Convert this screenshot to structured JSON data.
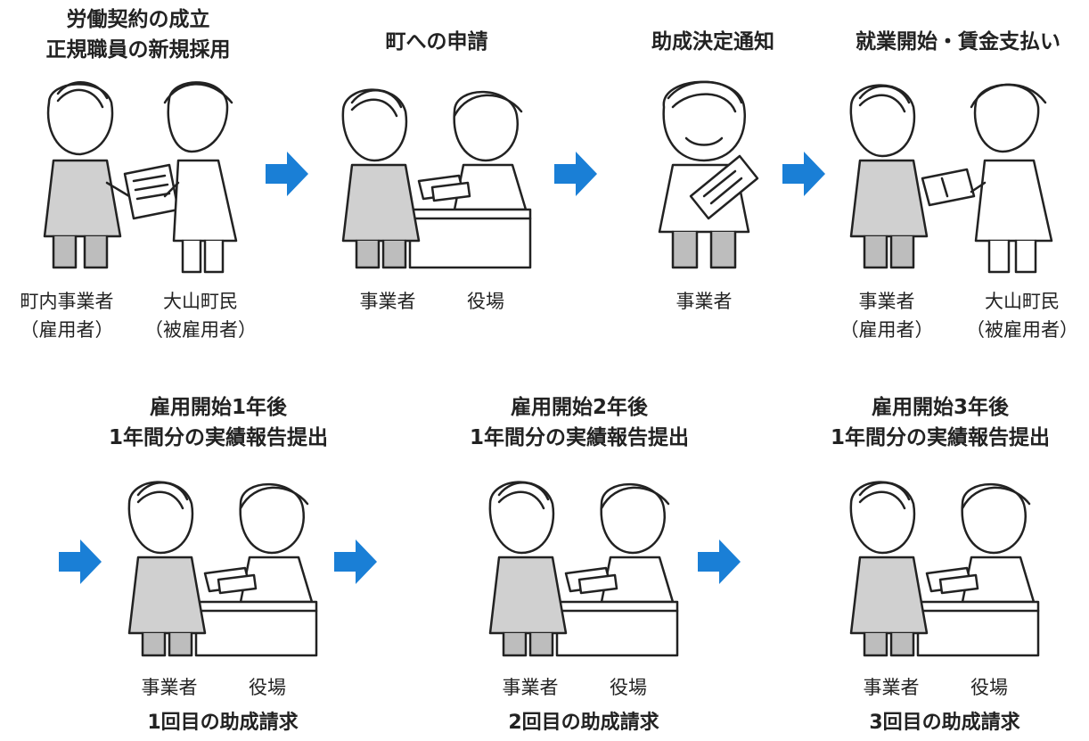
{
  "colors": {
    "arrow": "#1a7fd6",
    "ink": "#222222",
    "shade": "#cfcfcf"
  },
  "top_row": {
    "step1": {
      "title_line1": "労働契約の成立",
      "title_line2": "正規職員の新規採用",
      "left_name": "町内事業者",
      "left_role": "（雇用者）",
      "right_name": "大山町民",
      "right_role": "（被雇用者）"
    },
    "step2": {
      "title": "町への申請",
      "left_name": "事業者",
      "right_name": "役場"
    },
    "step3": {
      "title": "助成決定通知",
      "name": "事業者"
    },
    "step4": {
      "title": "就業開始・賃金支払い",
      "left_name": "事業者",
      "left_role": "（雇用者）",
      "right_name": "大山町民",
      "right_role": "（被雇用者）"
    }
  },
  "bottom_row": [
    {
      "title_line1": "雇用開始1年後",
      "title_line2": "1年間分の実績報告提出",
      "left_name": "事業者",
      "right_name": "役場",
      "footer": "1回目の助成請求"
    },
    {
      "title_line1": "雇用開始2年後",
      "title_line2": "1年間分の実績報告提出",
      "left_name": "事業者",
      "right_name": "役場",
      "footer": "2回目の助成請求"
    },
    {
      "title_line1": "雇用開始3年後",
      "title_line2": "1年間分の実績報告提出",
      "left_name": "事業者",
      "right_name": "役場",
      "footer": "3回目の助成請求"
    }
  ],
  "icons": {
    "arrow": "right-arrow-icon"
  }
}
